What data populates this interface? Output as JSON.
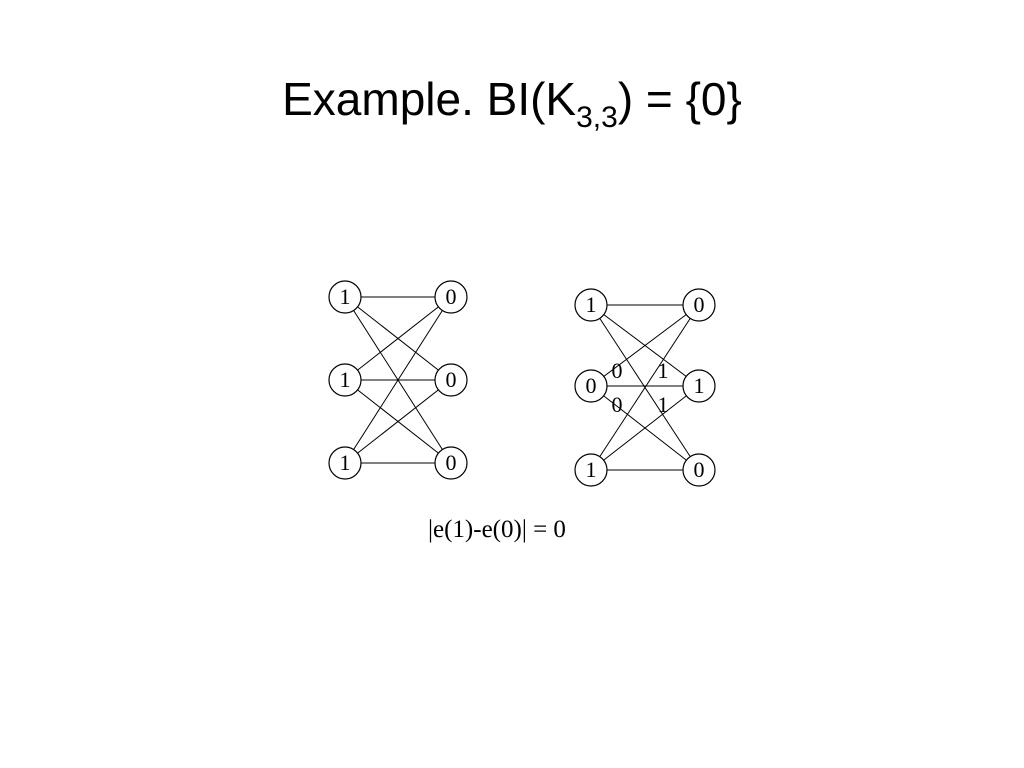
{
  "slide": {
    "title_prefix": "Example. BI(K",
    "title_sub": "3,3",
    "title_suffix": ") = {0}"
  },
  "graphs": [
    {
      "left_labels": [
        "1",
        "1",
        "1"
      ],
      "right_labels": [
        "0",
        "0",
        "0"
      ],
      "edge_labels": []
    },
    {
      "left_labels": [
        "1",
        "0",
        "1"
      ],
      "right_labels": [
        "0",
        "1",
        "0"
      ],
      "edge_labels": [
        "0",
        "0",
        "1",
        "1"
      ]
    }
  ],
  "caption": "|e(1)-e(0)| = 0"
}
